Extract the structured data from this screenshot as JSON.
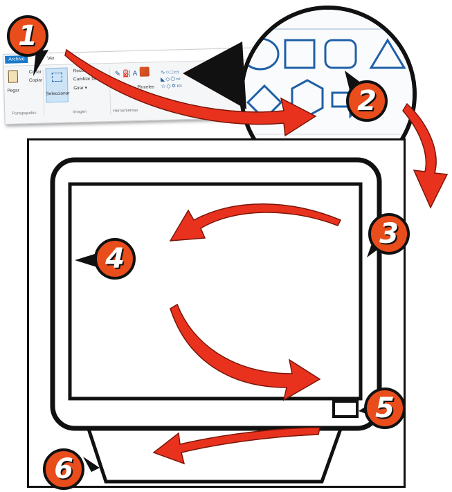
{
  "ribbon": {
    "tabs": {
      "file": "Archivo",
      "view": "Ver"
    },
    "clipboard": {
      "cut": "Cortar",
      "copy": "Copiar",
      "paste": "Pegar",
      "group": "Portapapeles"
    },
    "image": {
      "select": "Seleccionar",
      "crop": "Recortar",
      "resize": "Cambiar tamaño",
      "rotate": "Girar ▾",
      "group": "Imagen"
    },
    "tools": {
      "brushes": "Pinceles",
      "group": "Herramientas"
    }
  },
  "badges": [
    "1",
    "2",
    "3",
    "4",
    "5",
    "6"
  ],
  "colors": {
    "badge": "#e84d1b",
    "arrow": "#e8321e",
    "outline": "#111111"
  }
}
